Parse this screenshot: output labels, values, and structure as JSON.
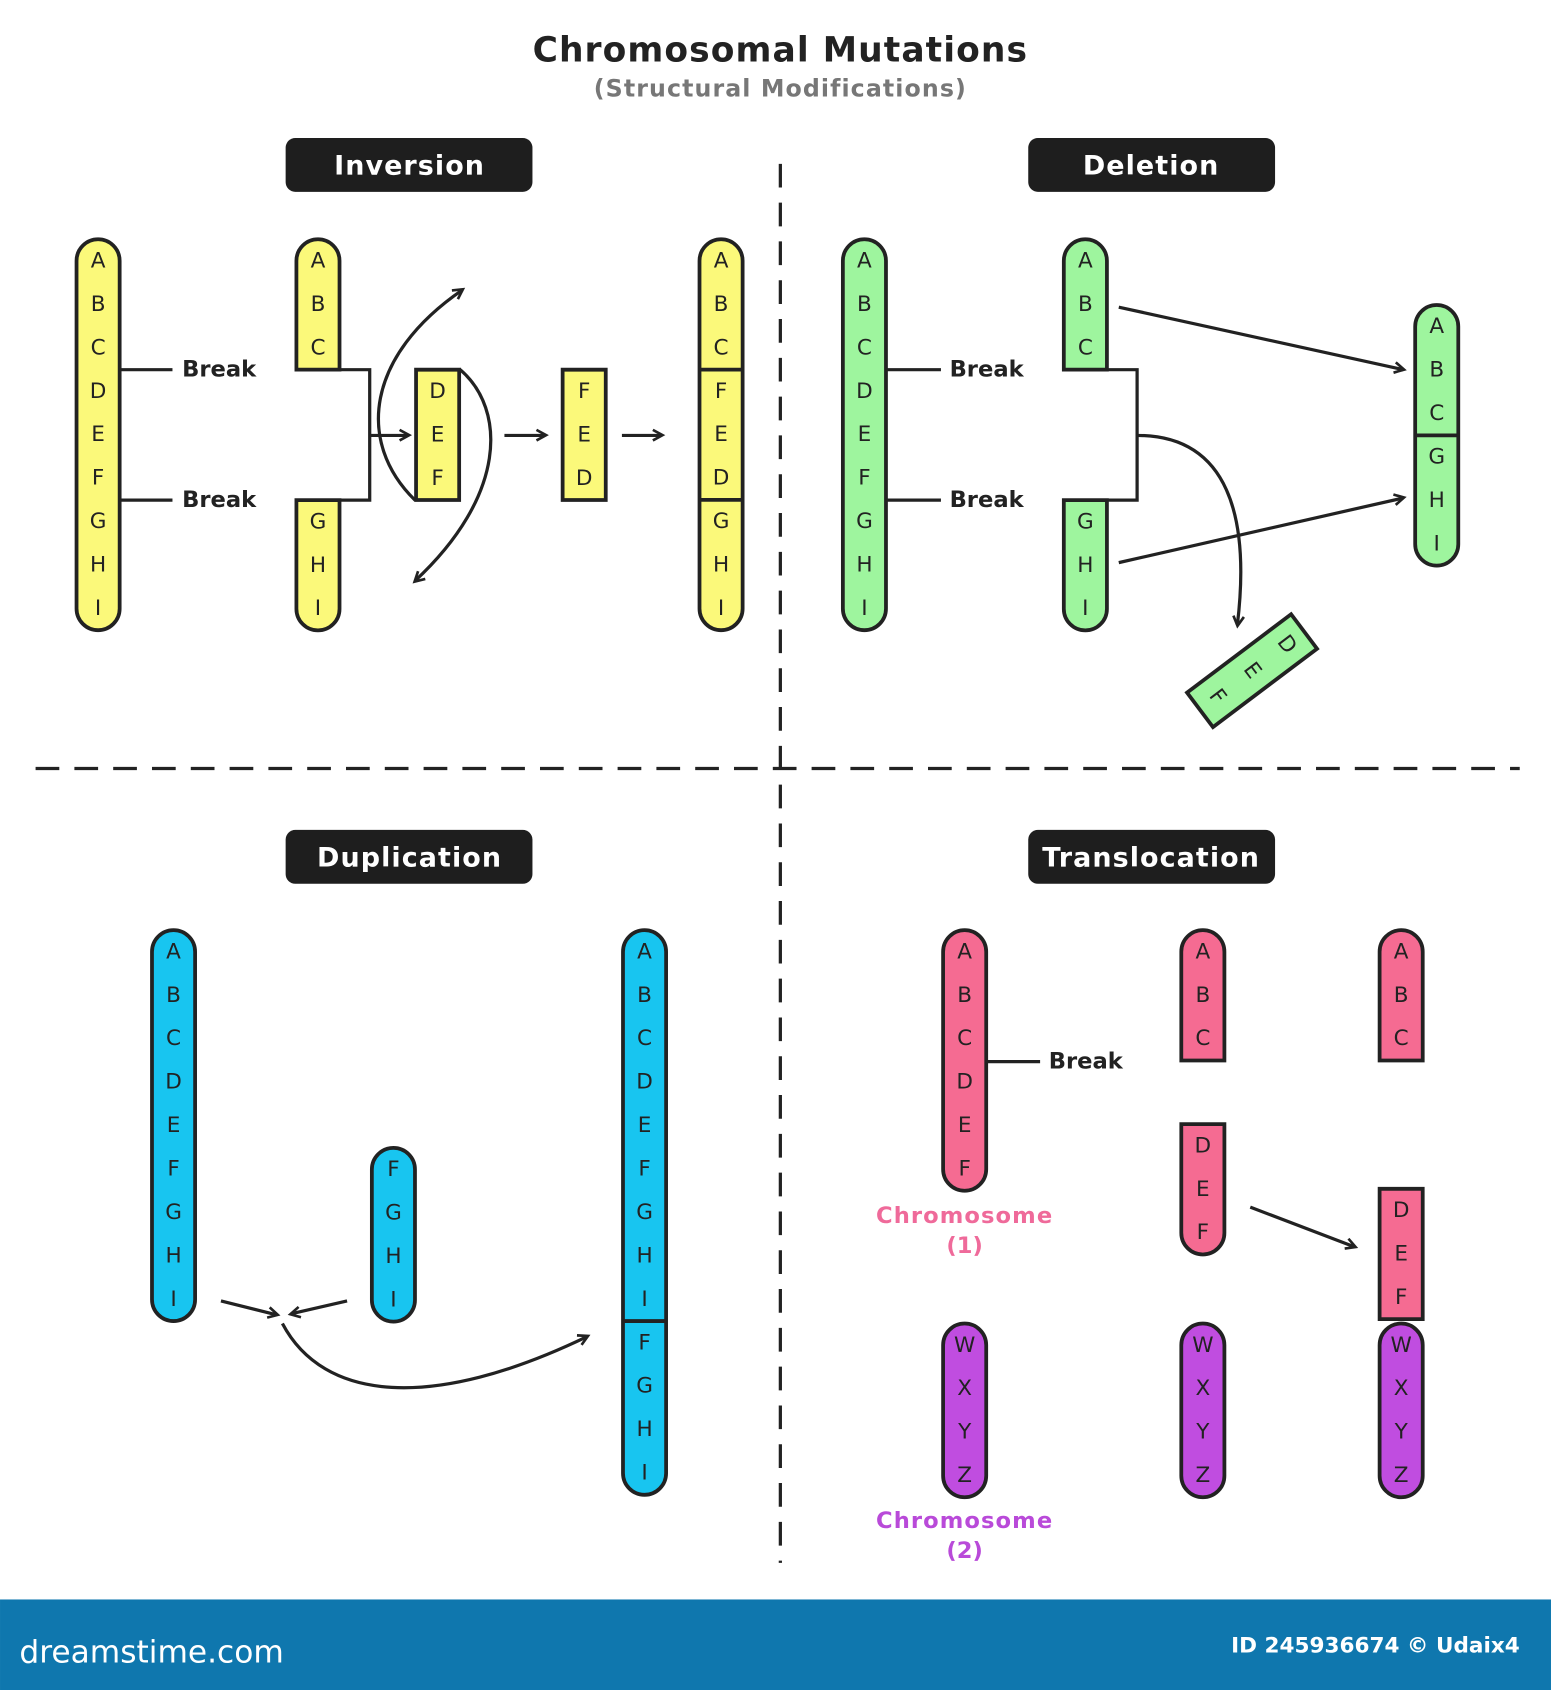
{
  "title": "Chromosomal Mutations",
  "subtitle": "(Structural Modifications)",
  "sections": {
    "inversion": {
      "label": "Inversion",
      "break_label": "Break"
    },
    "deletion": {
      "label": "Deletion",
      "break_label": "Break"
    },
    "duplication": {
      "label": "Duplication"
    },
    "translocation": {
      "label": "Translocation",
      "break_label": "Break",
      "chromosome1_label": "Chromosome",
      "chromosome1_num": "(1)",
      "chromosome2_label": "Chromosome",
      "chromosome2_num": "(2)"
    }
  },
  "colors": {
    "inversion": "#fbf97a",
    "deletion": "#9ef59e",
    "duplication": "#18c5f0",
    "translocation1": "#f56b92",
    "translocation2": "#c04de0",
    "chromosome1_text": "#ef6a9a",
    "chromosome2_text": "#b94ad9",
    "footer": "#0f77ae"
  },
  "chromosomes": {
    "inv_original": [
      "A",
      "B",
      "C",
      "D",
      "E",
      "F",
      "G",
      "H",
      "I"
    ],
    "inv_top": [
      "A",
      "B",
      "C"
    ],
    "inv_bottom": [
      "G",
      "H",
      "I"
    ],
    "inv_segment": [
      "D",
      "E",
      "F"
    ],
    "inv_flipped": [
      "F",
      "E",
      "D"
    ],
    "inv_result": [
      "A",
      "B",
      "C",
      "F",
      "E",
      "D",
      "G",
      "H",
      "I"
    ],
    "del_original": [
      "A",
      "B",
      "C",
      "D",
      "E",
      "F",
      "G",
      "H",
      "I"
    ],
    "del_top": [
      "A",
      "B",
      "C"
    ],
    "del_bottom": [
      "G",
      "H",
      "I"
    ],
    "del_result": [
      "A",
      "B",
      "C",
      "G",
      "H",
      "I"
    ],
    "del_lost": [
      "D",
      "E",
      "F"
    ],
    "dup_original": [
      "A",
      "B",
      "C",
      "D",
      "E",
      "F",
      "G",
      "H",
      "I"
    ],
    "dup_fragment": [
      "F",
      "G",
      "H",
      "I"
    ],
    "dup_result": [
      "A",
      "B",
      "C",
      "D",
      "E",
      "F",
      "G",
      "H",
      "I",
      "F",
      "G",
      "H",
      "I"
    ],
    "tr_chr1": [
      "A",
      "B",
      "C",
      "D",
      "E",
      "F"
    ],
    "tr_chr2": [
      "W",
      "X",
      "Y",
      "Z"
    ],
    "tr_mid_top": [
      "A",
      "B",
      "C"
    ],
    "tr_mid_frag": [
      "D",
      "E",
      "F"
    ],
    "tr_mid_chr2": [
      "W",
      "X",
      "Y",
      "Z"
    ],
    "tr_res_top": [
      "A",
      "B",
      "C"
    ],
    "tr_res_frag": [
      "D",
      "E",
      "F"
    ],
    "tr_res_chr2": [
      "W",
      "X",
      "Y",
      "Z"
    ]
  },
  "footer": {
    "brand": "dreamstime.com",
    "credit": "ID 245936674 © Udaix4"
  }
}
